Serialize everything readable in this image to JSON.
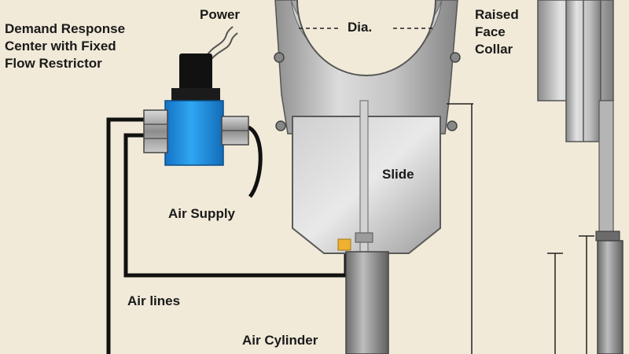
{
  "labels": {
    "demand_response": [
      "Demand Response",
      "Center with Fixed",
      "Flow Restrictor"
    ],
    "power": "Power",
    "diameter": "Dia.",
    "raised_face_collar": [
      "Raised",
      "Face",
      "Collar"
    ],
    "slide": "Slide",
    "air_supply": "Air Supply",
    "air_lines": "Air lines",
    "air_cylinder": "Air Cylinder"
  },
  "colors": {
    "background": "#f1ead8",
    "solenoid_body": "#1e8fe0",
    "solenoid_cap": "#111111",
    "fitting": "#9a9a9a",
    "valve_metal": "#b9b9b9",
    "line": "#111111",
    "gasket": "#f0b030"
  }
}
